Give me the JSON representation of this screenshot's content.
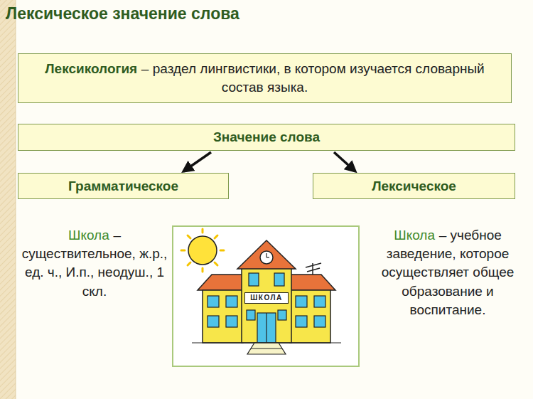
{
  "diagram": {
    "title": "Лексическое значение слова",
    "nodes": [
      {
        "text": [
          "Лексикология",
          "– раздел лингвистики, в котором изучается словарный состав языка."
        ]
      },
      {
        "text": [
          "Значение слова"
        ]
      },
      {
        "text": [
          "Грамматическое"
        ]
      },
      {
        "text": [
          "Лексическое"
        ]
      }
    ],
    "edges": [
      {
        "from": 1,
        "to": 2,
        "arrow": "to"
      },
      {
        "from": 1,
        "to": 3,
        "arrow": "to"
      }
    ],
    "labels": [
      "Школа",
      "– существительное, ж.р., ед. ч., И.п., неодуш., 1 скл.",
      "ШКОЛА",
      "Школа",
      "– учебное заведение, которое осуществляет общее образование и воспитание."
    ]
  }
}
